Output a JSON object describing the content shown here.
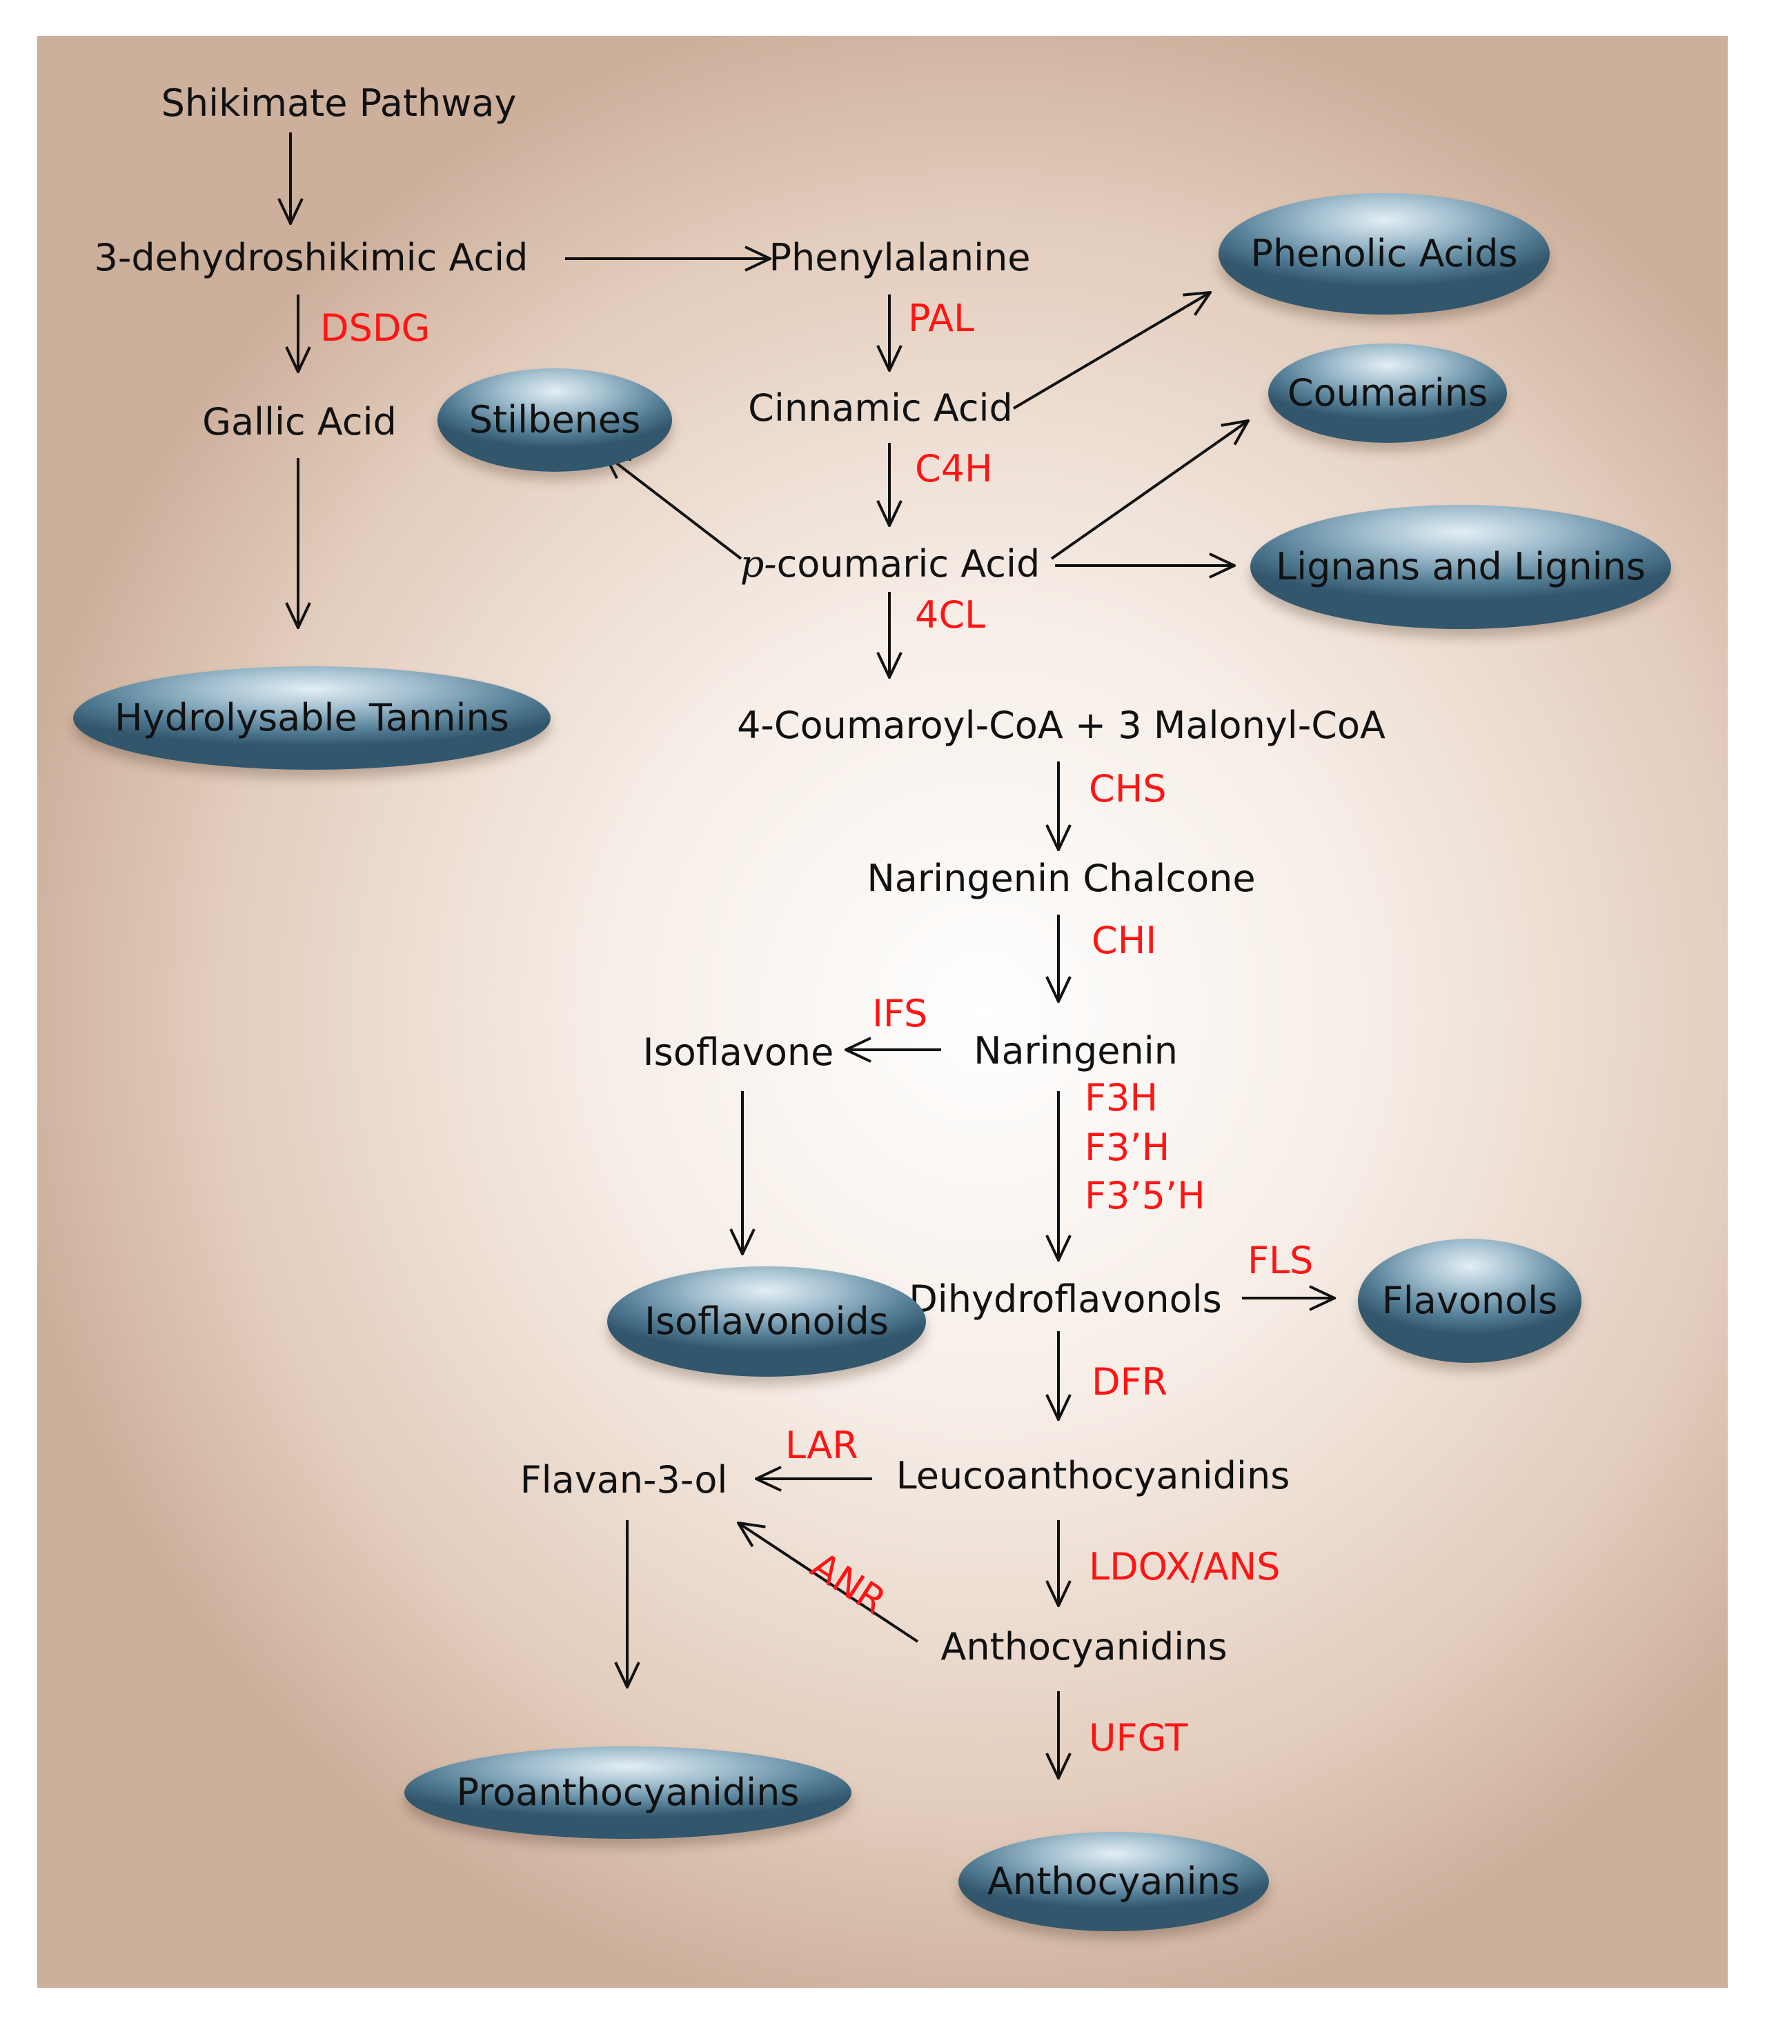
{
  "compounds": {
    "shikimate_pathway": "Shikimate Pathway",
    "dehydroshikimic_acid": "3-dehydroshikimic Acid",
    "phenylalanine": "Phenylalanine",
    "gallic_acid": "Gallic Acid",
    "cinnamic_acid": "Cinnamic Acid",
    "p_coumaric_prefix": "p-",
    "p_coumaric_rest": "coumaric Acid",
    "coumaroyl_coa": "4-Coumaroyl-CoA + 3 Malonyl-CoA",
    "naringenin_chalcone": "Naringenin Chalcone",
    "isoflavone": "Isoflavone",
    "naringenin": "Naringenin",
    "dihydroflavonols": "Dihydroflavonols",
    "flavan_3_ol": "Flavan-3-ol",
    "leucoanthocyanidins": "Leucoanthocyanidins",
    "anthocyanidins": "Anthocyanidins"
  },
  "products": {
    "phenolic_acids": "Phenolic Acids",
    "stilbenes": "Stilbenes",
    "coumarins": "Coumarins",
    "lignans": "Lignans and Lignins",
    "hydrolysable_tannins": "Hydrolysable Tannins",
    "isoflavonoids": "Isoflavonoids",
    "flavonols": "Flavonols",
    "proanthocyanidins": "Proanthocyanidins",
    "anthocyanins": "Anthocyanins"
  },
  "enzymes": {
    "dsdg": "DSDG",
    "pal": "PAL",
    "c4h": "C4H",
    "cl4": "4CL",
    "chs": "CHS",
    "chi": "CHI",
    "ifs": "IFS",
    "f3h": "F3H",
    "f3ph": "F3’H",
    "f35h": "F3’5’H",
    "fls": "FLS",
    "dfr": "DFR",
    "lar": "LAR",
    "ldox": "LDOX/ANS",
    "anr": "ANR",
    "ufgt": "UFGT"
  },
  "colors": {
    "enzyme_text": "#ff1414",
    "compound_text": "#111111",
    "product_pill": "#527d95",
    "background_edge": "#cdb09c"
  }
}
